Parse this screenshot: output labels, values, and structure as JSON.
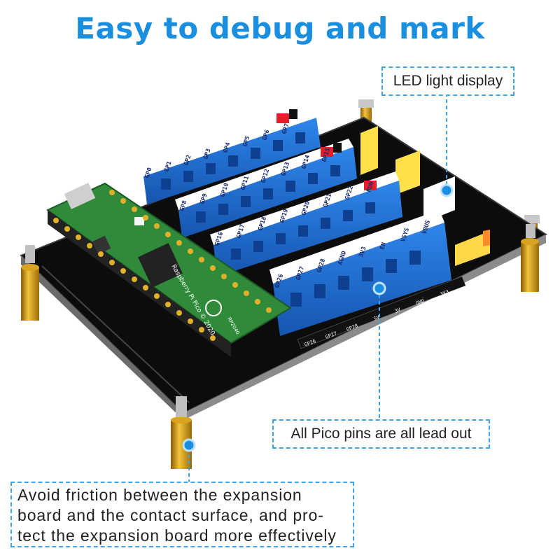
{
  "headline": "Easy to debug and mark",
  "callouts": {
    "led": "LED light display",
    "pins": "All Pico pins are all lead out",
    "friction": [
      "Avoid friction between the expansion",
      "board and the contact surface, and pro-",
      "tect the expansion board more effectively"
    ]
  },
  "board": {
    "pico_text": "Raspberry Pi Pico © 2020",
    "logo_text": "RP2040",
    "row1": [
      "GP0",
      "GP1",
      "GP2",
      "GP3",
      "GP4",
      "GP5",
      "GP6",
      "GP7"
    ],
    "row2": [
      "GP8",
      "GP9",
      "GP10",
      "GP11",
      "GP12",
      "GP13",
      "GP14",
      "GP15"
    ],
    "row3": [
      "GP16",
      "GP17",
      "GP18",
      "GP19",
      "GP20",
      "GP21",
      "GP22",
      "RUN"
    ],
    "row4": [
      "GP26",
      "GP27",
      "GP28",
      "AGND",
      "3V3",
      "EN",
      "VSYS",
      "VBUS"
    ],
    "bottom_labels": [
      "GP26",
      "GP27",
      "GP28",
      "...",
      "5V",
      "3V",
      "GND",
      "3V3"
    ]
  },
  "colors": {
    "accent": "#1a8fe0",
    "callout_border": "#3ea3e6",
    "terminal_blue": "#1e6fd0",
    "pcb_green": "#2f8a3a",
    "standoff_gold": "#d8a21a"
  }
}
